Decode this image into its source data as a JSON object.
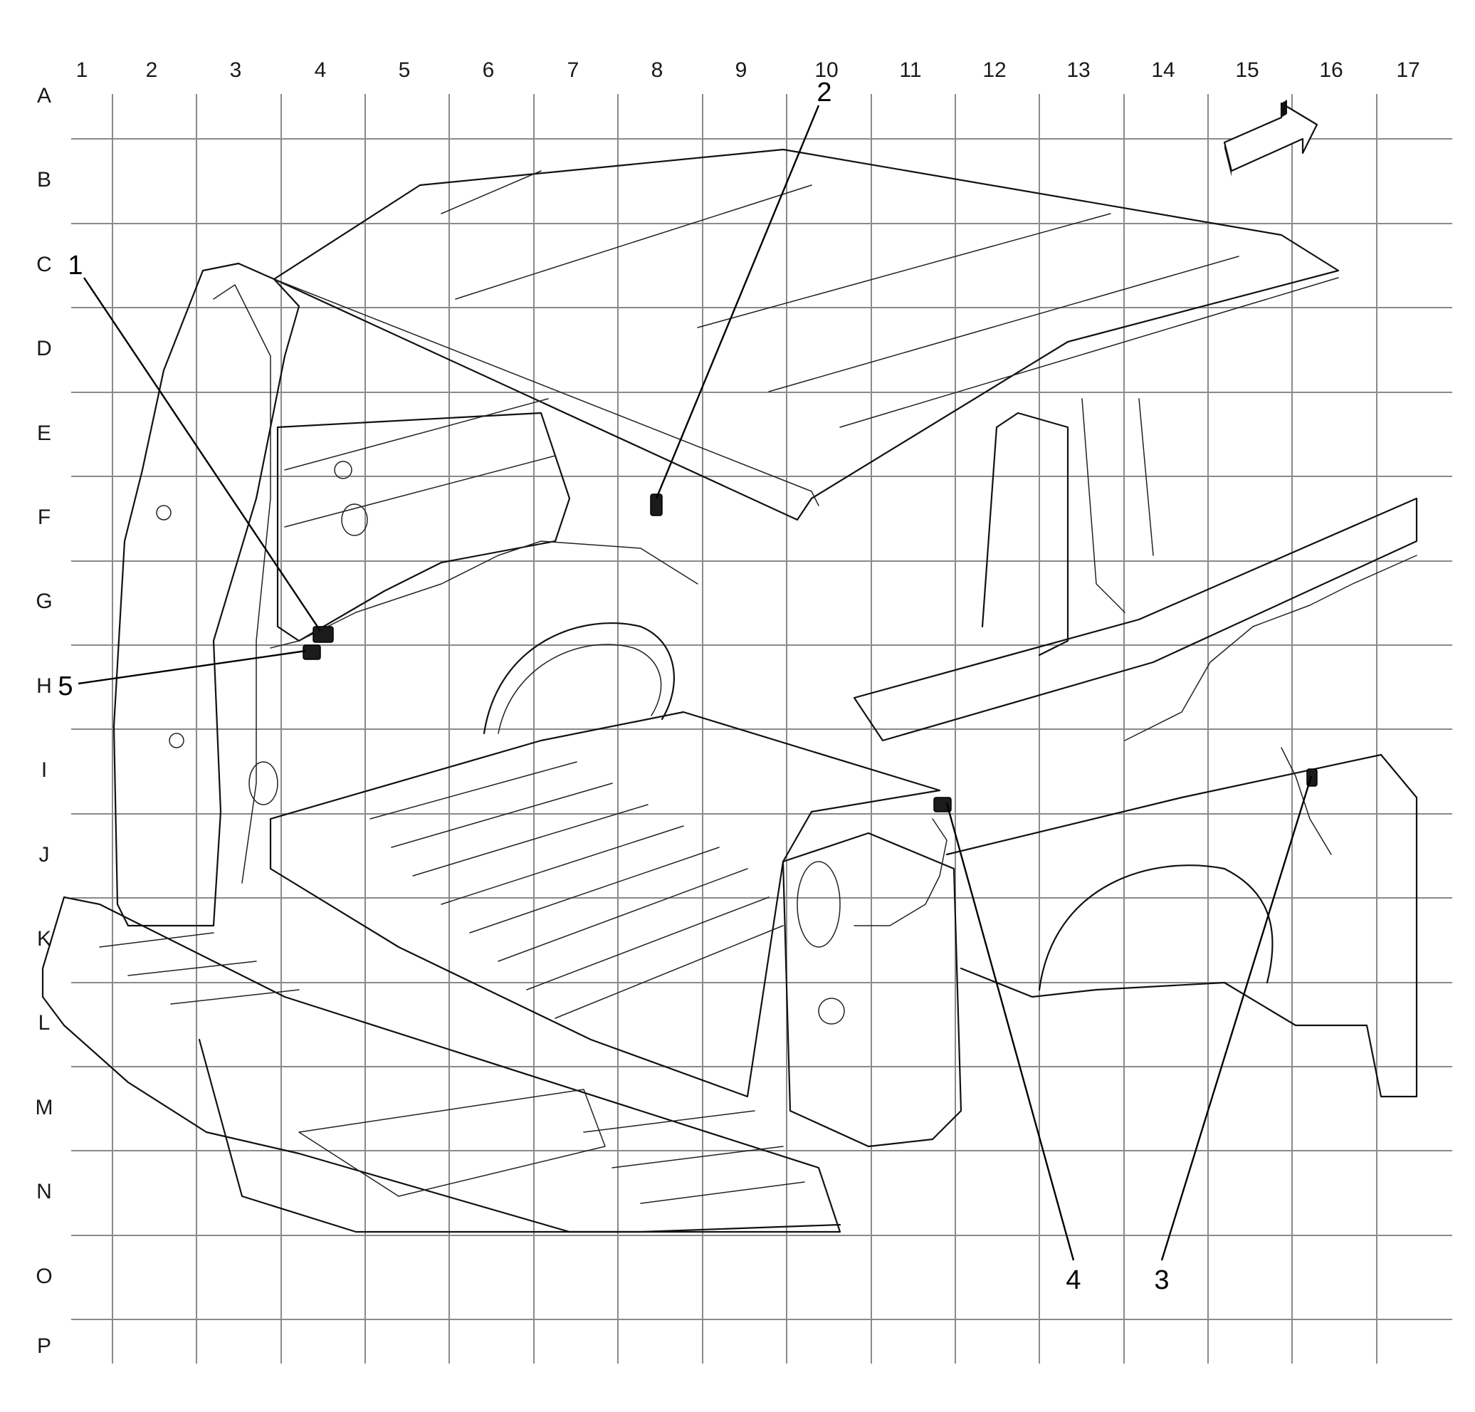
{
  "grid": {
    "columns": [
      "1",
      "2",
      "3",
      "4",
      "5",
      "6",
      "7",
      "8",
      "9",
      "10",
      "11",
      "12",
      "13",
      "14",
      "15",
      "16",
      "17"
    ],
    "rows": [
      "A",
      "B",
      "C",
      "D",
      "E",
      "F",
      "G",
      "H",
      "I",
      "J",
      "K",
      "L",
      "M",
      "N",
      "O",
      "P"
    ]
  },
  "callouts": [
    {
      "id": "1",
      "label": "1"
    },
    {
      "id": "2",
      "label": "2"
    },
    {
      "id": "3",
      "label": "3"
    },
    {
      "id": "4",
      "label": "4"
    },
    {
      "id": "5",
      "label": "5"
    }
  ],
  "icons": {
    "direction_arrow": "front-direction-arrow-icon"
  }
}
